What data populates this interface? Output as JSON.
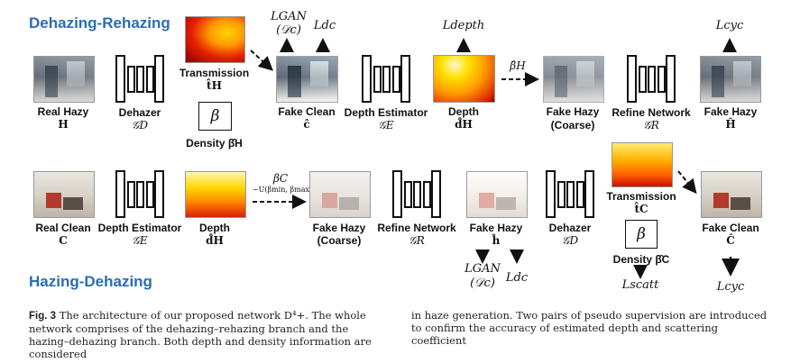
{
  "titles": {
    "top": "Dehazing-Rehazing",
    "bottom": "Hazing-Dehazing"
  },
  "top_row": {
    "real_hazy": {
      "label": "Real Hazy",
      "sym": "H"
    },
    "dehazer": {
      "label": "Dehazer",
      "sym": "𝒢D"
    },
    "transmission": {
      "label": "Transmission",
      "sym": "t̂H"
    },
    "density": {
      "label": "Density β̂H",
      "beta": "β"
    },
    "fake_clean": {
      "label": "Fake Clean",
      "sym": "ĉ"
    },
    "depth_estimator": {
      "label": "Depth Estimator",
      "sym": "𝒢E"
    },
    "depth": {
      "label": "Depth",
      "sym": "d̂H"
    },
    "beta_arrow": "β̂H",
    "fake_hazy_coarse": {
      "label": "Fake Hazy",
      "label2": "(Coarse)"
    },
    "refine_network": {
      "label": "Refine Network",
      "sym": "𝒢R"
    },
    "fake_hazy": {
      "label": "Fake Hazy",
      "sym": "Ĥ"
    },
    "losses": {
      "gan": "LGAN",
      "gan_sub": "(𝒟c)",
      "dc": "Ldc",
      "depth": "Ldepth",
      "cyc": "Lcyc"
    }
  },
  "bottom_row": {
    "real_clean": {
      "label": "Real Clean",
      "sym": "C"
    },
    "depth_estimator": {
      "label": "Depth Estimator",
      "sym": "𝒢E"
    },
    "depth": {
      "label": "Depth",
      "sym": "d̂H"
    },
    "beta_arrow": "βC",
    "beta_range": "~U(βmin, βmax)",
    "fake_hazy_coarse": {
      "label": "Fake Hazy",
      "label2": "(Coarse)"
    },
    "refine_network": {
      "label": "Refine Network",
      "sym": "𝒢R"
    },
    "fake_hazy": {
      "label": "Fake Hazy",
      "sym": "ĥ"
    },
    "dehazer": {
      "label": "Dehazer",
      "sym": "𝒢D"
    },
    "transmission": {
      "label": "Transmission",
      "sym": "t̂C"
    },
    "density": {
      "label": "Density β̂C",
      "beta": "β"
    },
    "fake_clean": {
      "label": "Fake Clean",
      "sym": "Ĉ"
    },
    "losses": {
      "gan": "LGAN",
      "gan_sub": "(𝒟c)",
      "dc": "Ldc",
      "scatt": "Lscatt",
      "cyc": "Lcyc"
    }
  },
  "caption": {
    "fig": "Fig. 3",
    "left": "The architecture of our proposed network D⁴+. The whole network comprises of the dehazing–rehazing branch and the hazing–dehazing branch. Both depth and density information are considered",
    "right": "in haze generation. Two pairs of pseudo supervision are introduced to confirm the accuracy of estimated depth and scattering coefficient"
  }
}
